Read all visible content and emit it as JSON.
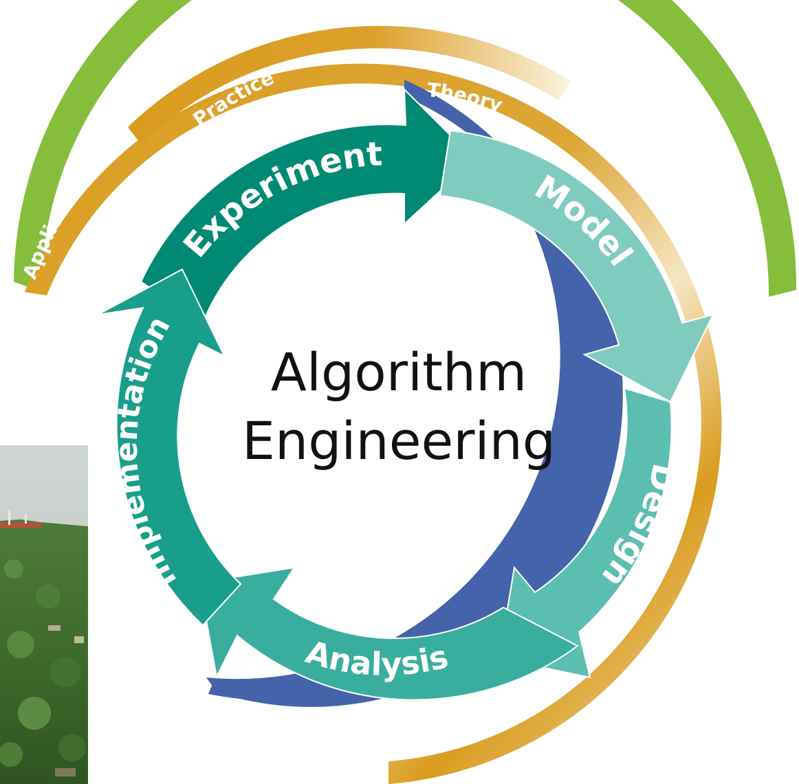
{
  "center": {
    "line1": "Algorithm",
    "line2": "Engineering"
  },
  "outer_rings": {
    "application": {
      "label": "Application",
      "color": "#86be3c"
    },
    "practice": {
      "label": "Practice",
      "color": "#d99c1f",
      "fade_color": "#f3dcae"
    },
    "theory": {
      "label": "Theory",
      "color": "#4563aa"
    }
  },
  "cycle_steps": [
    {
      "label": "Experiment",
      "color": "#008a73"
    },
    {
      "label": "Model",
      "color": "#80cbc0"
    },
    {
      "label": "Design",
      "color": "#5cbdb1"
    },
    {
      "label": "Analysis",
      "color": "#3aae9e"
    },
    {
      "label": "Implementation",
      "color": "#1a9e8c"
    }
  ],
  "background_photo": {
    "icon": "green-hillside-photo"
  }
}
